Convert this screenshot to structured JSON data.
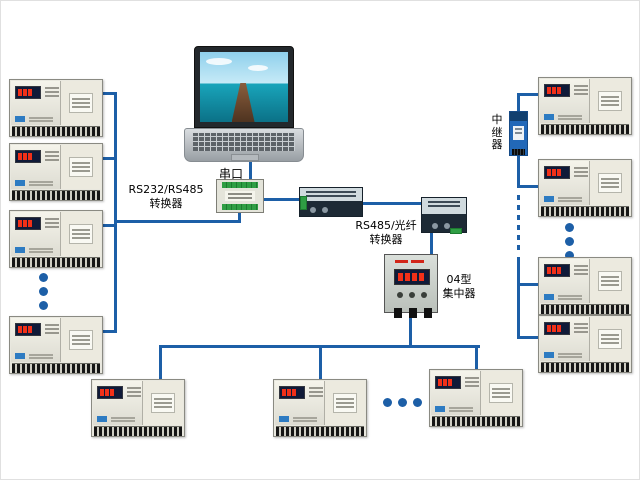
{
  "labels": {
    "serial_port": "串口",
    "rs232_converter": "RS232/RS485\n转换器",
    "fiber_converter": "RS485/光纤\n转换器",
    "concentrator": "04型\n集中器",
    "repeater": "中继器"
  },
  "colors": {
    "wire": "#1d5fa7",
    "meter_display": "#101a38",
    "digit_red": "#f23018",
    "terminal_green": "#2f9e44",
    "repeater_blue": "#2268b8"
  }
}
